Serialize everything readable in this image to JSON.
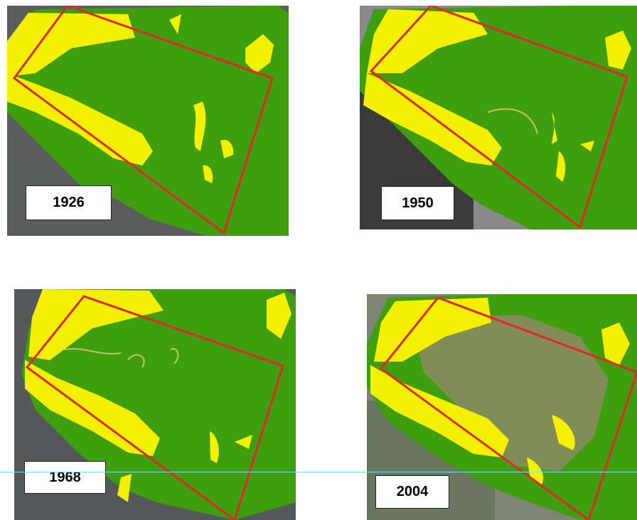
{
  "panels": [
    {
      "year": "1926"
    },
    {
      "year": "1950"
    },
    {
      "year": "1968"
    },
    {
      "year": "2004"
    }
  ],
  "colors": {
    "vegetation": "#3f9e0e",
    "sand": "#f4f003",
    "boundary": "#e0282a",
    "aerial_background": "#6f6f6f",
    "degraded_2004": "#8c8a63"
  }
}
